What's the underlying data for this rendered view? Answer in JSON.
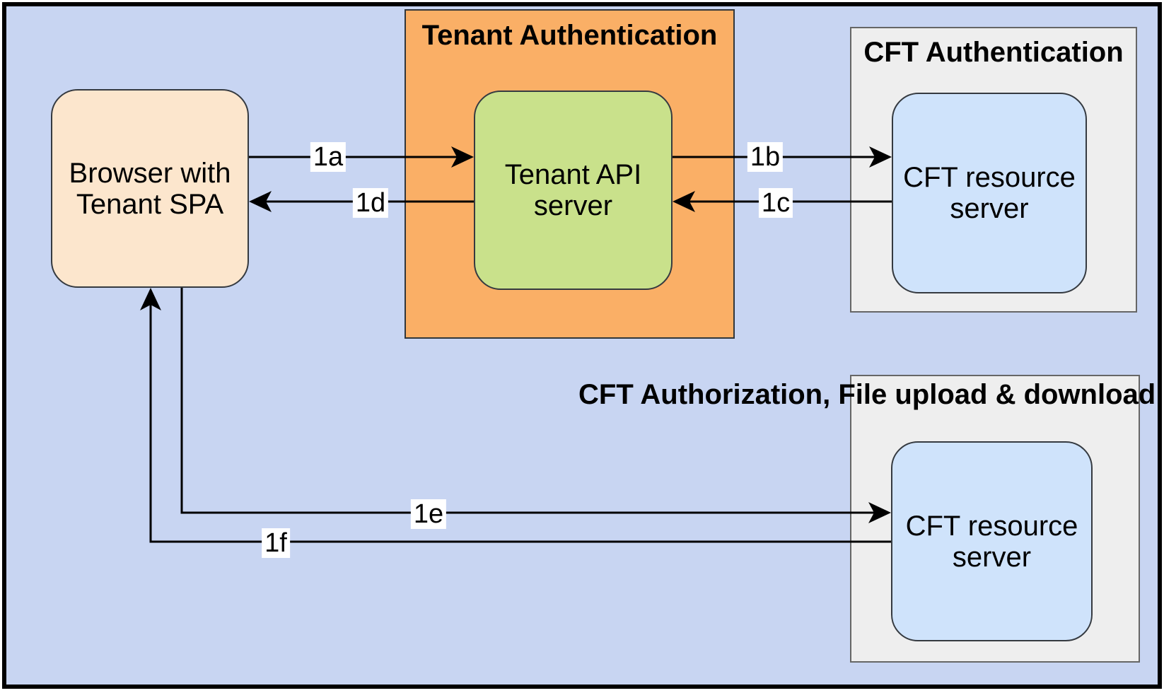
{
  "canvas": {
    "background": "#C8D5F2",
    "border_color": "#000000",
    "line_color": "#000000"
  },
  "containers": {
    "tenant_auth": {
      "title": "Tenant Authentication",
      "fill": "#FAAF66"
    },
    "cft_auth": {
      "title": "CFT Authentication",
      "fill": "#EEEEEE"
    },
    "cft_authz": {
      "title": "CFT Authorization, File upload & download",
      "fill": "#EEEEEE"
    }
  },
  "nodes": {
    "browser": {
      "label": "Browser with Tenant SPA",
      "fill": "#FCE6CD"
    },
    "tenant_api_server": {
      "label": "Tenant API server",
      "fill": "#C9E18B"
    },
    "cft_resource_top": {
      "label": "CFT resource server",
      "fill": "#CFE3FB"
    },
    "cft_resource_bottom": {
      "label": "CFT resource server",
      "fill": "#CFE3FB"
    }
  },
  "connectors": {
    "a": {
      "label": "1a",
      "from": "browser",
      "to": "tenant_api_server"
    },
    "b": {
      "label": "1b",
      "from": "tenant_api_server",
      "to": "cft_resource_top"
    },
    "c": {
      "label": "1c",
      "from": "cft_resource_top",
      "to": "tenant_api_server"
    },
    "d": {
      "label": "1d",
      "from": "tenant_api_server",
      "to": "browser"
    },
    "e": {
      "label": "1e",
      "from": "browser",
      "to": "cft_resource_bottom"
    },
    "f": {
      "label": "1f",
      "from": "cft_resource_bottom",
      "to": "browser"
    }
  }
}
